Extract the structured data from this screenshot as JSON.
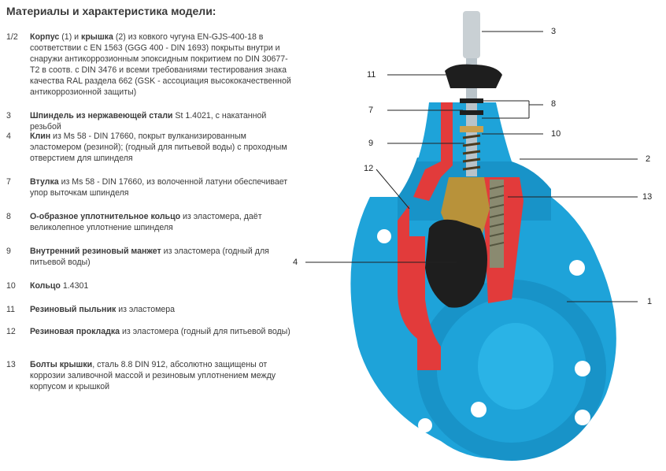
{
  "title": "Материалы и характеристика модели:",
  "items": [
    {
      "num": "1/2",
      "name": "Корпус",
      "rest": " (1) и ",
      "name2": "крышка",
      "desc": " (2)  из ковкого чугуна EN-GJS-400-18 в соответствии с EN 1563 (GGG 400 - DIN 1693) покрыты внутри и снаружи антикоррозионным эпоксидным покритием по DIN 30677-T2 в соотв. с DIN 3476 и всеми требованиями тестирования знака качества RAL раздела 662 (GSK - ассоциация высококачественной антикоррозионной защиты)"
    },
    {
      "num": "3",
      "name": "Шпиндель из нержавеющей стали",
      "desc": "  St 1.4021, с накатанной резьбой"
    },
    {
      "num": "4",
      "name": "Клин",
      "desc": "  из  Ms 58 - DIN 17660, покрыт вулканизированным эластомером (резиной); (годный для питьевой воды) с проходным отверстием для шпинделя"
    },
    {
      "num": "7",
      "name": "Втулка",
      "desc": "  из  Ms 58 - DIN 17660, из волоченной латуни обеспечивает упор выточкам шпинделя"
    },
    {
      "num": "8",
      "name": "O-образное уплотнительное кольцо",
      "desc": "  из эластомера, даёт великолепное уплотнение шпинделя"
    },
    {
      "num": "9",
      "name": "Внутренний резиновый манжет",
      "desc": "  из эластомера (годный для питьевой воды)"
    },
    {
      "num": "10",
      "name": "Кольцо",
      "desc": "  1.4301"
    },
    {
      "num": "11",
      "name": "Резиновый пыльник",
      "desc": "  из эластомера"
    },
    {
      "num": "12",
      "name": "Резиновая прокладка",
      "desc": "  из эластомера (годный для питьевой воды)"
    },
    {
      "num": "13",
      "name": "Болты крышки",
      "desc": ",  сталь 8.8 DIN 912, абсолютно защищены от коррозии заливочной массой и резиновым уплотнением между корпусом и крышкой"
    }
  ],
  "callouts": [
    "3",
    "11",
    "8",
    "7",
    "10",
    "9",
    "2",
    "12",
    "13",
    "4",
    "1"
  ],
  "colors": {
    "body": "#1ea3d9",
    "section": "#e23b3b",
    "brass": "#b8923a",
    "rubber": "#1e1e1e",
    "steel": "#b9c3c9"
  }
}
